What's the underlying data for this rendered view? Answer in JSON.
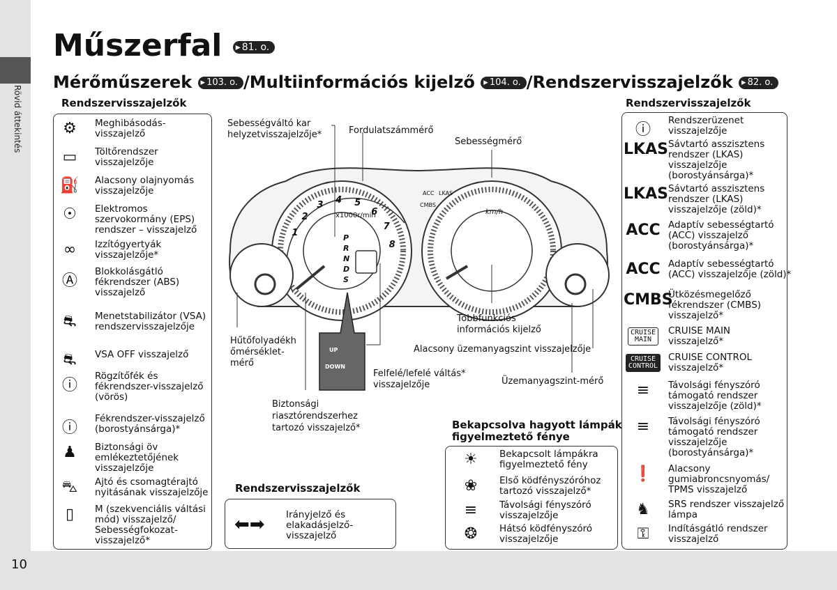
{
  "page": {
    "title": "Műszerfal",
    "title_ref": "81. o.",
    "side_label": "Rövid áttekintés",
    "page_number": "10"
  },
  "subtitle": {
    "part1": "Mérőműszerek",
    "ref1": "103. o.",
    "part2": "/Multiinformációs kijelző",
    "ref2": "104. o.",
    "part3": "/Rendszervisszajelzők",
    "ref3": "82. o."
  },
  "left_panel": {
    "heading": "Rendszervisszajelzők",
    "items": [
      {
        "icon": "engine-icon",
        "text": "Meghibásodás-\nvisszajelző"
      },
      {
        "icon": "battery-icon",
        "text": "Töltőrendszer\nvisszajelzője"
      },
      {
        "icon": "oil-can-icon",
        "text": "Alacsony olajnyomás\nvisszajelzője"
      },
      {
        "icon": "steering-wheel-icon",
        "text": "Elektromos\nszervokormány (EPS)\nrendszer – visszajelző"
      },
      {
        "icon": "glow-plug-icon",
        "text": "Izzítógyertyák\nvisszajelzője*"
      },
      {
        "icon": "abs-icon",
        "text": "Blokkolásgátló\nfékrendszer (ABS)\nvisszajelző"
      },
      {
        "icon": "vsa-icon",
        "text": "Menetstabilizátor (VSA)\nrendszervisszajelzője"
      },
      {
        "icon": "vsa-off-icon",
        "text": "VSA OFF visszajelző"
      },
      {
        "icon": "brake-red-icon",
        "text": "Rögzítőfék és\nfékrendszer-visszajelző\n(vörös)"
      },
      {
        "icon": "brake-amber-icon",
        "text": "Fékrendszer-visszajelző\n(borostyánsárga)*"
      },
      {
        "icon": "seatbelt-icon",
        "text": "Biztonsági öv\nemlékeztetőjének\nvisszajelzője"
      },
      {
        "icon": "door-open-icon",
        "text": "Ajtó és csomagtérajtó\nnyitásának visszajelzője"
      },
      {
        "icon": "m-gear-icon",
        "text": "M (szekvenciális váltási\nmód) visszajelző/\nSebességfokozat-\nvisszajelző*"
      }
    ]
  },
  "right_panel": {
    "heading": "Rendszervisszajelzők",
    "items": [
      {
        "icon": "info-icon",
        "text": "Rendszerüzenet\nvisszajelzője"
      },
      {
        "icon": "lkas-amber-icon",
        "word": "LKAS",
        "text": "Sávtartó asszisztens\nrendszer (LKAS)\nvisszajelzője\n(borostyánsárga)*"
      },
      {
        "icon": "lkas-green-icon",
        "word": "LKAS",
        "text": "Sávtartó asszisztens\nrendszer (LKAS)\nvisszajelzője (zöld)*"
      },
      {
        "icon": "acc-amber-icon",
        "word": "ACC",
        "text": "Adaptív sebességtartó\n(ACC) visszajelző\n(borostyánsárga)*"
      },
      {
        "icon": "acc-green-icon",
        "word": "ACC",
        "text": "Adaptív sebességtartó\n(ACC) visszajelzője (zöld)*"
      },
      {
        "icon": "cmbs-icon",
        "word": "CMBS",
        "text": "Ütközésmegelőző\nfékrendszer (CMBS)\nvisszajelző*"
      },
      {
        "icon": "cruise-main-icon",
        "badge": "CRUISE\nMAIN",
        "text": "CRUISE MAIN\nvisszajelző*"
      },
      {
        "icon": "cruise-control-icon",
        "badge": "CRUISE\nCONTROL",
        "text": "CRUISE CONTROL\nvisszajelző*"
      },
      {
        "icon": "auto-high-beam-green-icon",
        "text": "Távolsági fényszóró\ntámogató rendszer\nvisszajelzője (zöld)*"
      },
      {
        "icon": "auto-high-beam-amber-icon",
        "text": "Távolsági fényszóró\ntámogató rendszer\nvisszajelzője\n(borostyánsárga)*"
      },
      {
        "icon": "tpms-icon",
        "text": "Alacsony\ngumiabroncsnyomás/\nTPMS visszajelző"
      },
      {
        "icon": "srs-icon",
        "text": "SRS rendszer visszajelző\nlámpa"
      },
      {
        "icon": "immobilizer-icon",
        "text": "Indításgátló rendszer\nvisszajelző"
      }
    ]
  },
  "dashboard_labels": {
    "gear_position": "Sebességváltó kar\nhelyzetvisszajelzője*",
    "tachometer": "Fordulatszámmérő",
    "speedometer": "Sebességmérő",
    "mid": "Többfunkciós\ninformációs kijelző",
    "low_fuel": "Alacsony üzemanyagszint visszajelzője",
    "coolant": "Hűtőfolyadékh\nőmérséklet-\nmérő",
    "updown": "Felfelé/lefelé váltás*\nvisszajelzője",
    "fuel_gauge": "Üzemanyagszint-mérő",
    "security": "Biztonsági\nriasztórendszerhez\ntartozó visszajelző*",
    "updown_up": "UP",
    "updown_down": "DOWN",
    "gear_letters": [
      "P",
      "R",
      "N",
      "D",
      "S"
    ],
    "tach_numbers": [
      "1",
      "2",
      "3",
      "4",
      "5",
      "6",
      "7",
      "8"
    ],
    "tach_unit": "x1000r/min",
    "speed_unit": "km/h",
    "acc_small": "ACC",
    "lkas_small": "LKAS",
    "cmbs_small": "CMBS"
  },
  "middle_box": {
    "heading": "Rendszervisszajelzők",
    "text": "Irányjelző és\nelakadásjelző-\nvisszajelző"
  },
  "lamp_box": {
    "heading": "Bekapcsolva hagyott lámpák\nfigyelmeztető fénye",
    "items": [
      {
        "icon": "lights-on-icon",
        "text": "Bekapcsolt lámpákra\nfigyelmeztető fény"
      },
      {
        "icon": "front-fog-icon",
        "text": "Első ködfényszóróhoz\ntartozó visszajelző*"
      },
      {
        "icon": "high-beam-icon",
        "text": "Távolsági fényszóró\nvisszajelzője"
      },
      {
        "icon": "rear-fog-icon",
        "text": "Hátsó ködfényszóró\nvisszajelzője"
      }
    ]
  }
}
